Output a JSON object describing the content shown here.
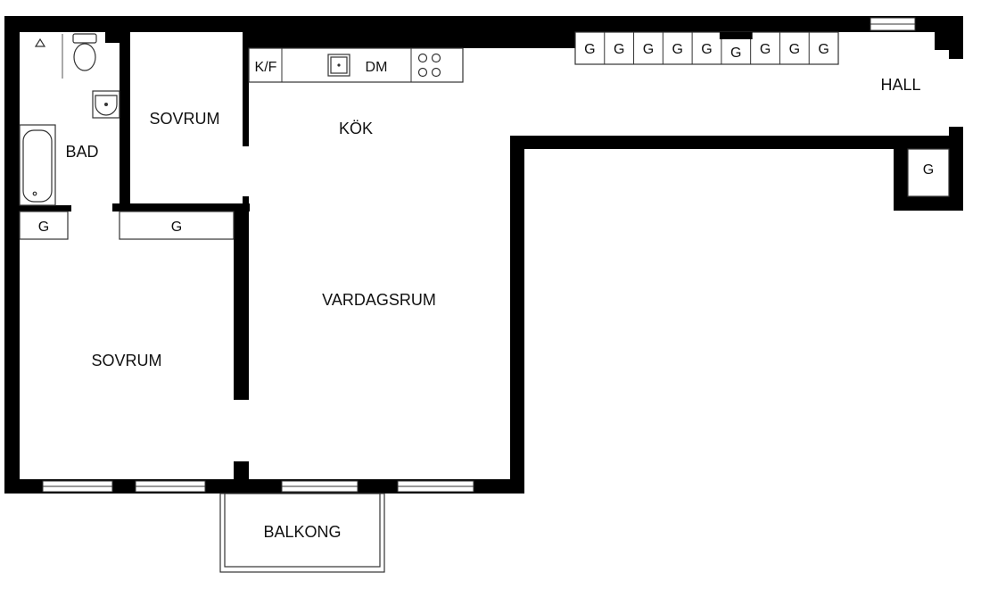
{
  "rooms": {
    "bad": "BAD",
    "sovrum_small": "SOVRUM",
    "sovrum_large": "SOVRUM",
    "kok": "KÖK",
    "vardagsrum": "VARDAGSRUM",
    "hall": "HALL",
    "balkong": "BALKONG"
  },
  "fixtures": {
    "fridge_freezer": "K/F",
    "dishwasher": "DM",
    "wardrobe_bath": "G",
    "wardrobe_bedroom": "G",
    "wardrobe_hall_closet": "G",
    "hall_wardrobes": [
      "G",
      "G",
      "G",
      "G",
      "G",
      "G",
      "G",
      "G",
      "G"
    ]
  }
}
